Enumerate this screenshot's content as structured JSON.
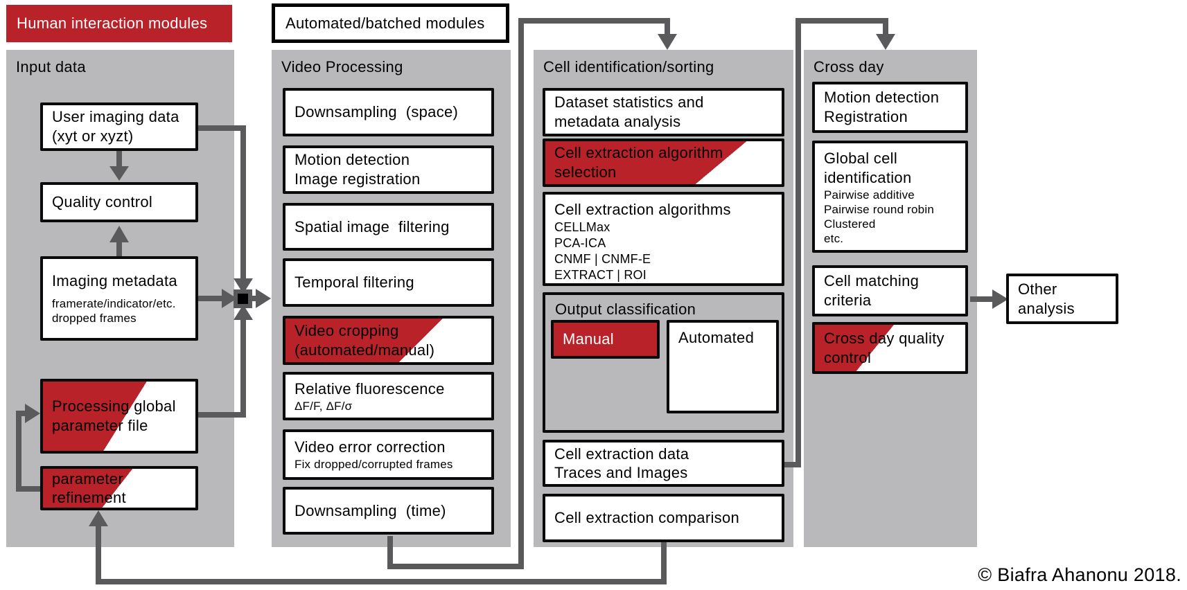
{
  "header": {
    "human_modules": "Human interaction modules",
    "automated_modules": "Automated/batched modules"
  },
  "input_data": {
    "title": "Input data",
    "user_imaging": {
      "l1": "User imaging data",
      "l2": "(xyt or xyzt)"
    },
    "quality_control": "Quality control",
    "imaging_metadata": {
      "l1": "Imaging metadata",
      "s1": "framerate/indicator/etc.",
      "s2": "dropped frames"
    },
    "processing_global": {
      "l1": "Processing global",
      "l2": "parameter file"
    },
    "param_refinement": {
      "l1": "parameter",
      "l2": "refinement"
    }
  },
  "video_processing": {
    "title": "Video Processing",
    "downsampling_space": "Downsampling  (space)",
    "motion": {
      "l1": "Motion detection",
      "l2": "Image registration"
    },
    "spatial": "Spatial image  filtering",
    "temporal": "Temporal filtering",
    "cropping": {
      "l1": "Video cropping",
      "l2": "(automated/manual)"
    },
    "rel_fluor": {
      "l1": "Relative fluorescence",
      "s1": "ΔF/F, ΔF/σ"
    },
    "error_corr": {
      "l1": "Video error correction",
      "s1": "Fix dropped/corrupted frames"
    },
    "downsampling_time": "Downsampling  (time)"
  },
  "cell_id": {
    "title": "Cell identification/sorting",
    "dataset": {
      "l1": "Dataset statistics and",
      "l2": "metadata analysis"
    },
    "algo_sel": {
      "l1": "Cell extraction algorithm",
      "l2": "selection"
    },
    "algos": {
      "l1": "Cell extraction algorithms",
      "s1": "CELLMax",
      "s2": "PCA-ICA",
      "s3": "CNMF | CNMF-E",
      "s4": "EXTRACT | ROI"
    },
    "output_class": {
      "title": "Output classification",
      "manual": "Manual",
      "automated": "Automated"
    },
    "extraction_data": {
      "l1": "Cell extraction data",
      "l2": "Traces and Images"
    },
    "comparison": "Cell extraction comparison"
  },
  "cross_day": {
    "title": "Cross day",
    "motion": {
      "l1": "Motion detection",
      "l2": "Registration"
    },
    "global_cell": {
      "l1": "Global cell",
      "l2": "identification",
      "s1": "Pairwise additive",
      "s2": "Pairwise round robin",
      "s3": "Clustered",
      "s4": "etc."
    },
    "matching": "Cell matching criteria",
    "quality": {
      "l1": "Cross day quality",
      "l2": "control"
    }
  },
  "other_analysis": "Other analysis",
  "copyright": "© Biafra Ahanonu 2018.",
  "colors": {
    "red": "#b92228",
    "column_gray": "#b9b9bb",
    "line_gray": "#5a5a5c"
  }
}
